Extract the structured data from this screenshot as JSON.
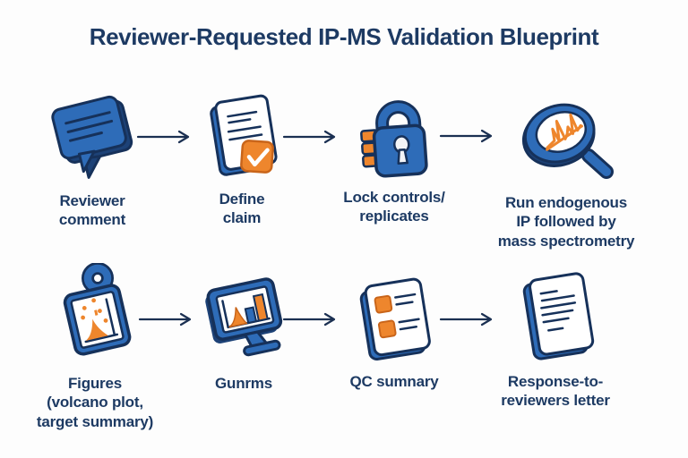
{
  "title": "Reviewer-Requested IP-MS Validation Blueprint",
  "rows": [
    {
      "steps": [
        {
          "icon": "speech-bubble-icon",
          "label": "Reviewer\ncomment"
        },
        {
          "icon": "document-checkmark-icon",
          "label": "Define\nclaim"
        },
        {
          "icon": "padlock-icon",
          "label": "Lock controls/\nreplicates"
        },
        {
          "icon": "magnifier-spectrum-icon",
          "label": "Run endogenous\nIP followed by\nmass spectrometry"
        }
      ]
    },
    {
      "steps": [
        {
          "icon": "figure-tag-icon",
          "label": "Figures\n(volcano plot,\ntarget summary)"
        },
        {
          "icon": "monitor-chart-icon",
          "label": "Gunrms"
        },
        {
          "icon": "qc-checklist-icon",
          "label": "QC sumnary"
        },
        {
          "icon": "letter-document-icon",
          "label": "Response-to-\nreviewers letter"
        }
      ]
    }
  ],
  "colors": {
    "background": "#fdfdfd",
    "text_navy": "#1d3a63",
    "outline_navy": "#16315a",
    "icon_blue": "#2e6cb8",
    "icon_blue_dark": "#1d4277",
    "accent_orange": "#ee862d",
    "arrow": "#1b3052"
  }
}
